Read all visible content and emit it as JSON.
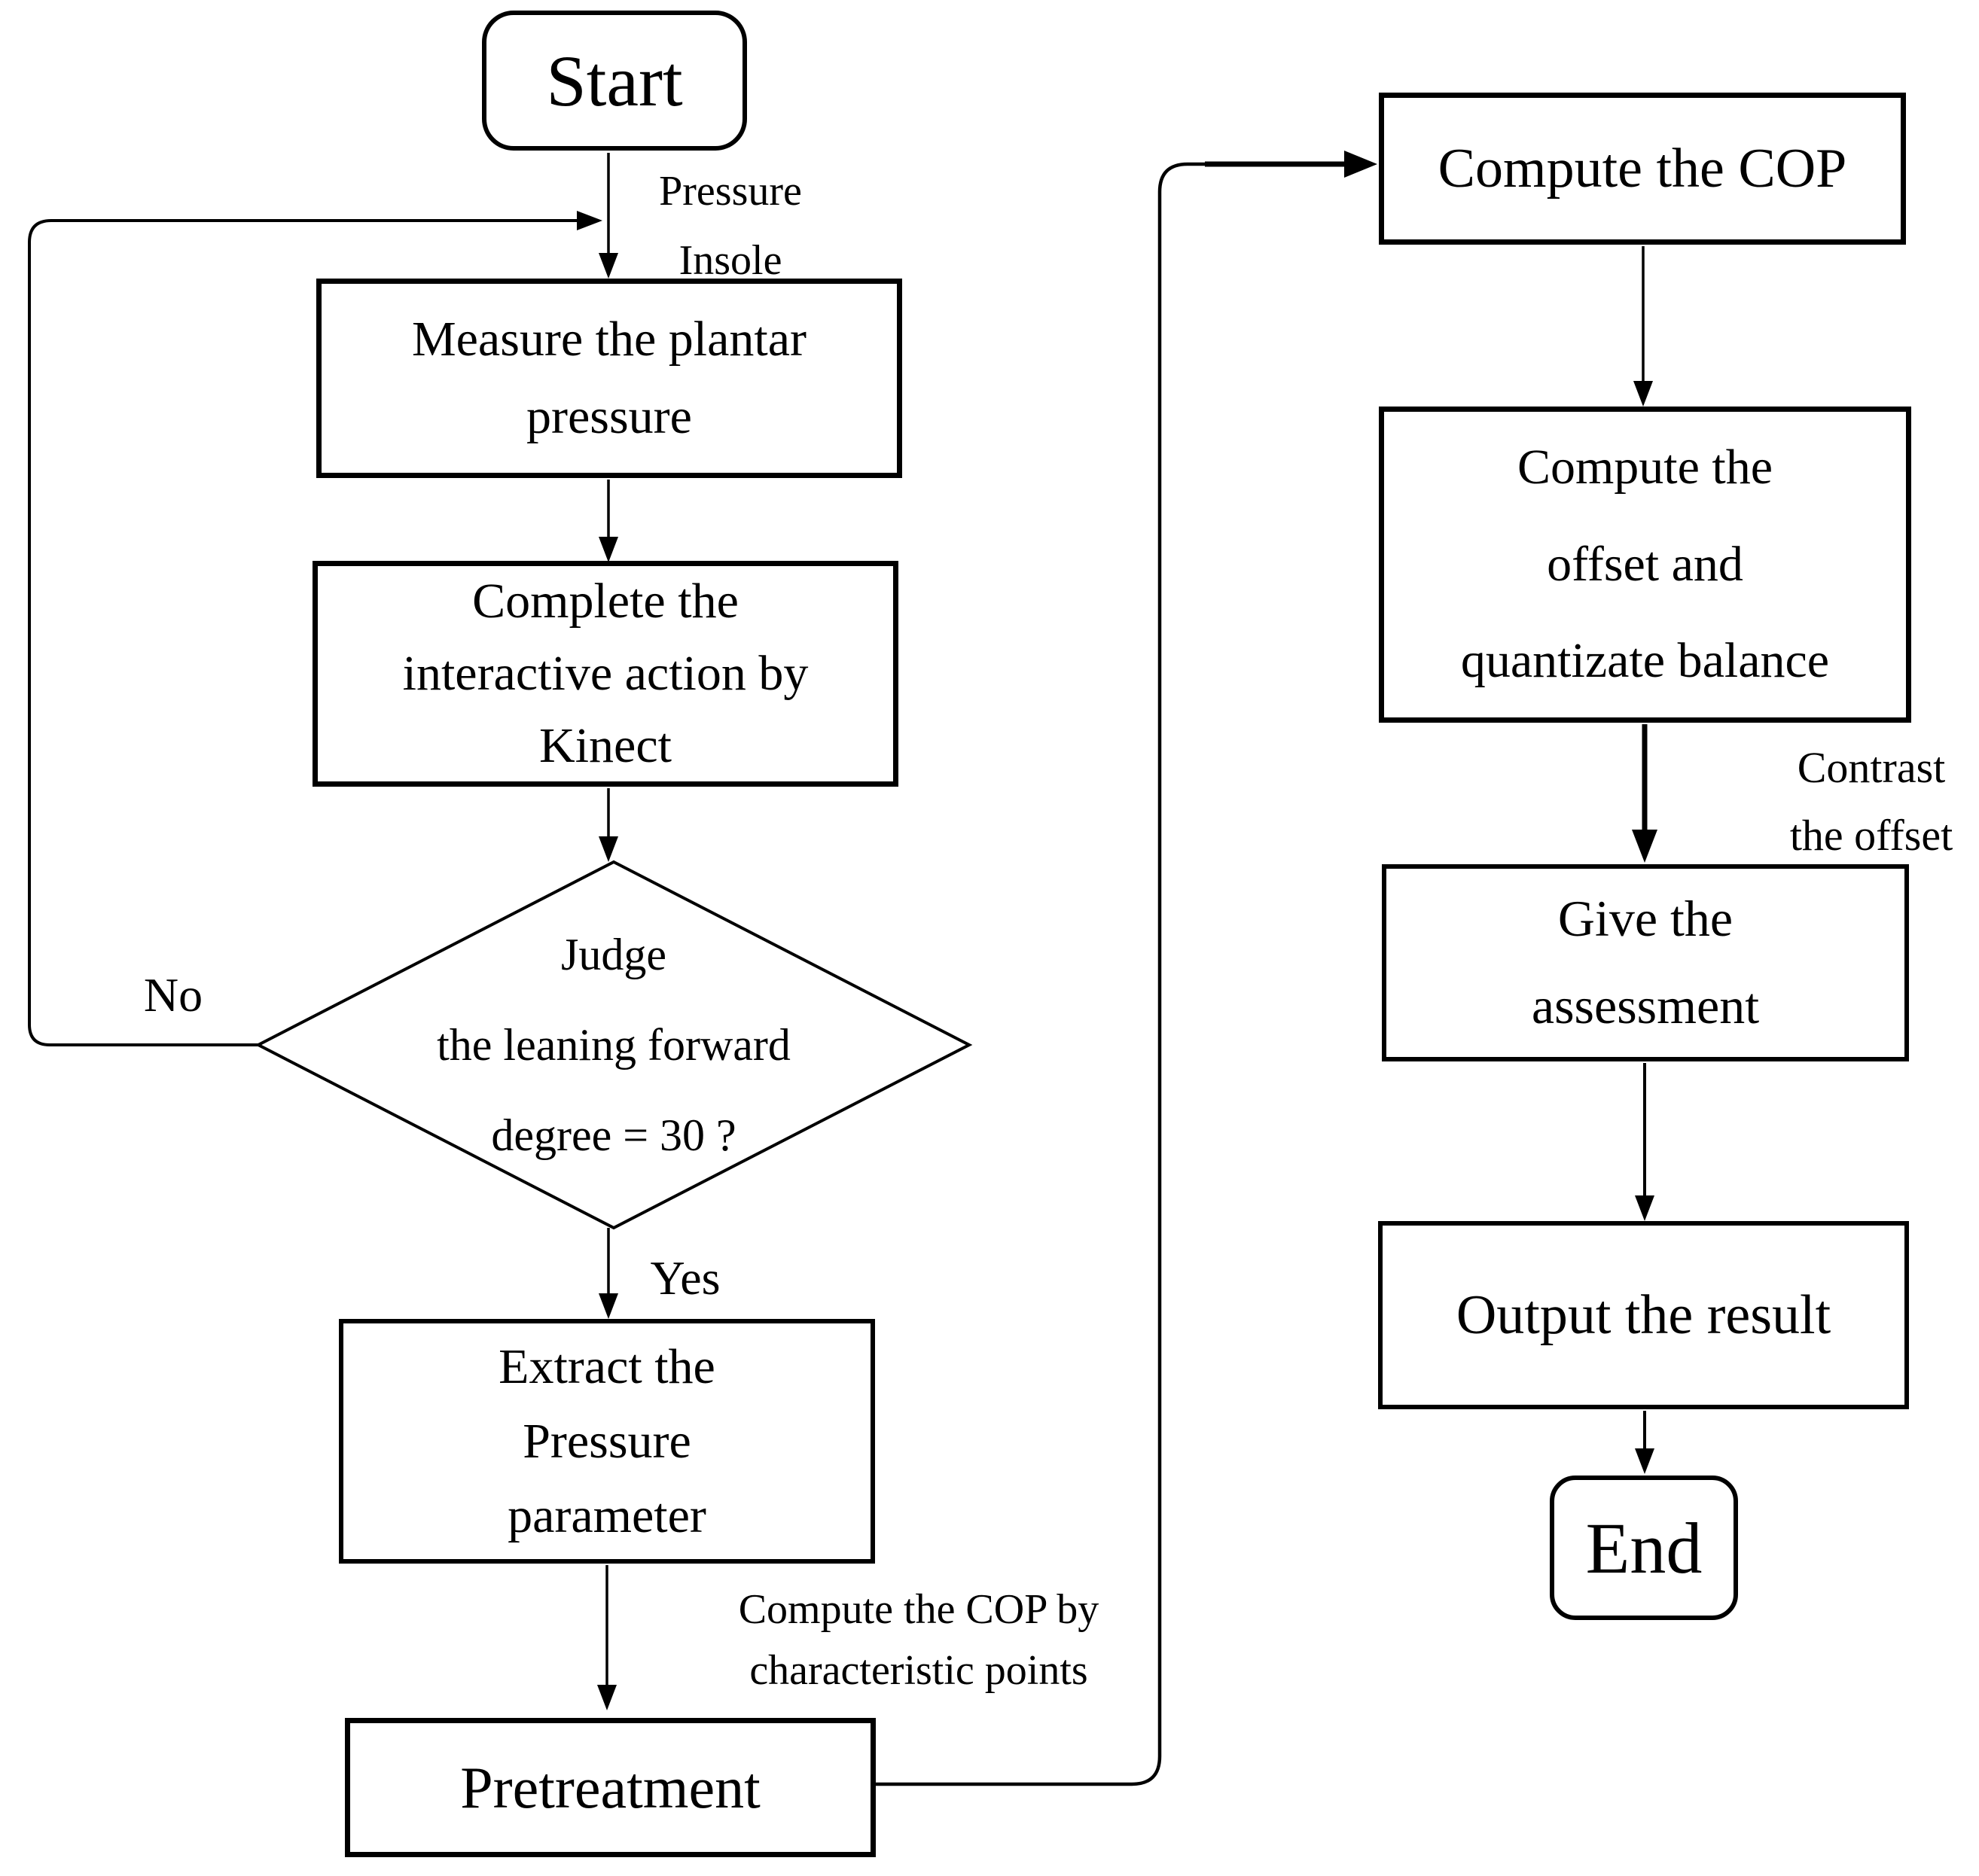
{
  "flowchart": {
    "nodes": {
      "start": {
        "label": "Start",
        "type": "terminal"
      },
      "measure": {
        "label": "Measure the plantar\npressure",
        "type": "process"
      },
      "complete": {
        "label": "Complete the\ninteractive action by\nKinect",
        "type": "process"
      },
      "judge": {
        "label": "Judge\nthe leaning forward\ndegree = 30 ?",
        "type": "decision"
      },
      "extract": {
        "label": "Extract the\nPressure\nparameter",
        "type": "process"
      },
      "pretreatment": {
        "label": "Pretreatment",
        "type": "process"
      },
      "compute_cop": {
        "label": "Compute the COP",
        "type": "process"
      },
      "compute_offset": {
        "label": "Compute the\noffset and\nquantizate balance",
        "type": "process"
      },
      "give_assessment": {
        "label": "Give the\nassessment",
        "type": "process"
      },
      "output_result": {
        "label": "Output the result",
        "type": "process"
      },
      "end": {
        "label": "End",
        "type": "terminal"
      }
    },
    "edge_labels": {
      "pressure_insole": "Pressure\nInsole",
      "no": "No",
      "yes": "Yes",
      "compute_cop_by": "Compute the COP by\ncharacteristic points",
      "contrast_offset": "Contrast\nthe offset"
    },
    "colors": {
      "stroke": "#000000",
      "background": "#ffffff",
      "text": "#000000"
    }
  }
}
